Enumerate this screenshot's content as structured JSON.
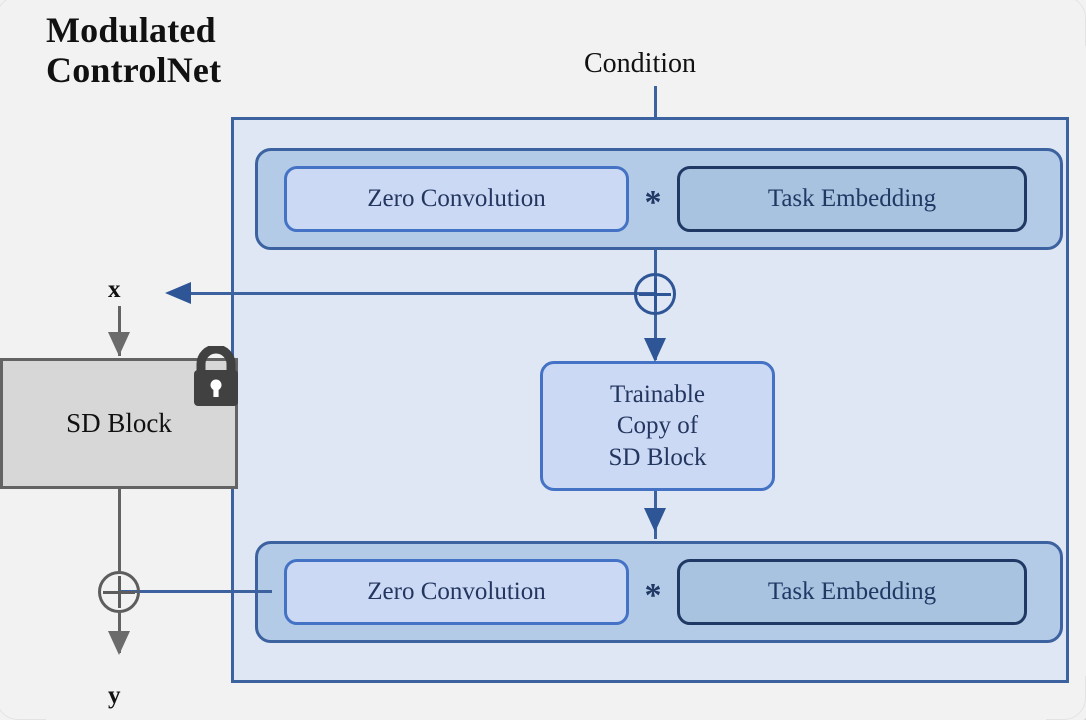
{
  "title": "Modulated\nControlNet",
  "labels": {
    "condition": "Condition",
    "input_x": "x",
    "output_y": "y"
  },
  "sd_block": {
    "label": "SD Block",
    "lock_icon": "lock-icon",
    "fill": "#d7d7d7",
    "border": "#636363"
  },
  "controlnet": {
    "panel_fill": "#dfe6f4",
    "panel_border": "#3c639f",
    "rows": [
      {
        "zero_convolution": "Zero Convolution",
        "operator": "*",
        "task_embedding": "Task Embedding"
      },
      {
        "zero_convolution": "Zero Convolution",
        "operator": "*",
        "task_embedding": "Task Embedding"
      }
    ],
    "trainable_copy": "Trainable\nCopy of\nSD Block",
    "row_fill": "#b4cbe8",
    "zero_conv_fill": "#ccd9f4",
    "zero_conv_border": "#4472c4",
    "task_emb_fill": "#a8c3e0",
    "task_emb_border": "#1f3864"
  },
  "nodes": {
    "add_middle": "add-operator",
    "add_output": "add-operator"
  }
}
